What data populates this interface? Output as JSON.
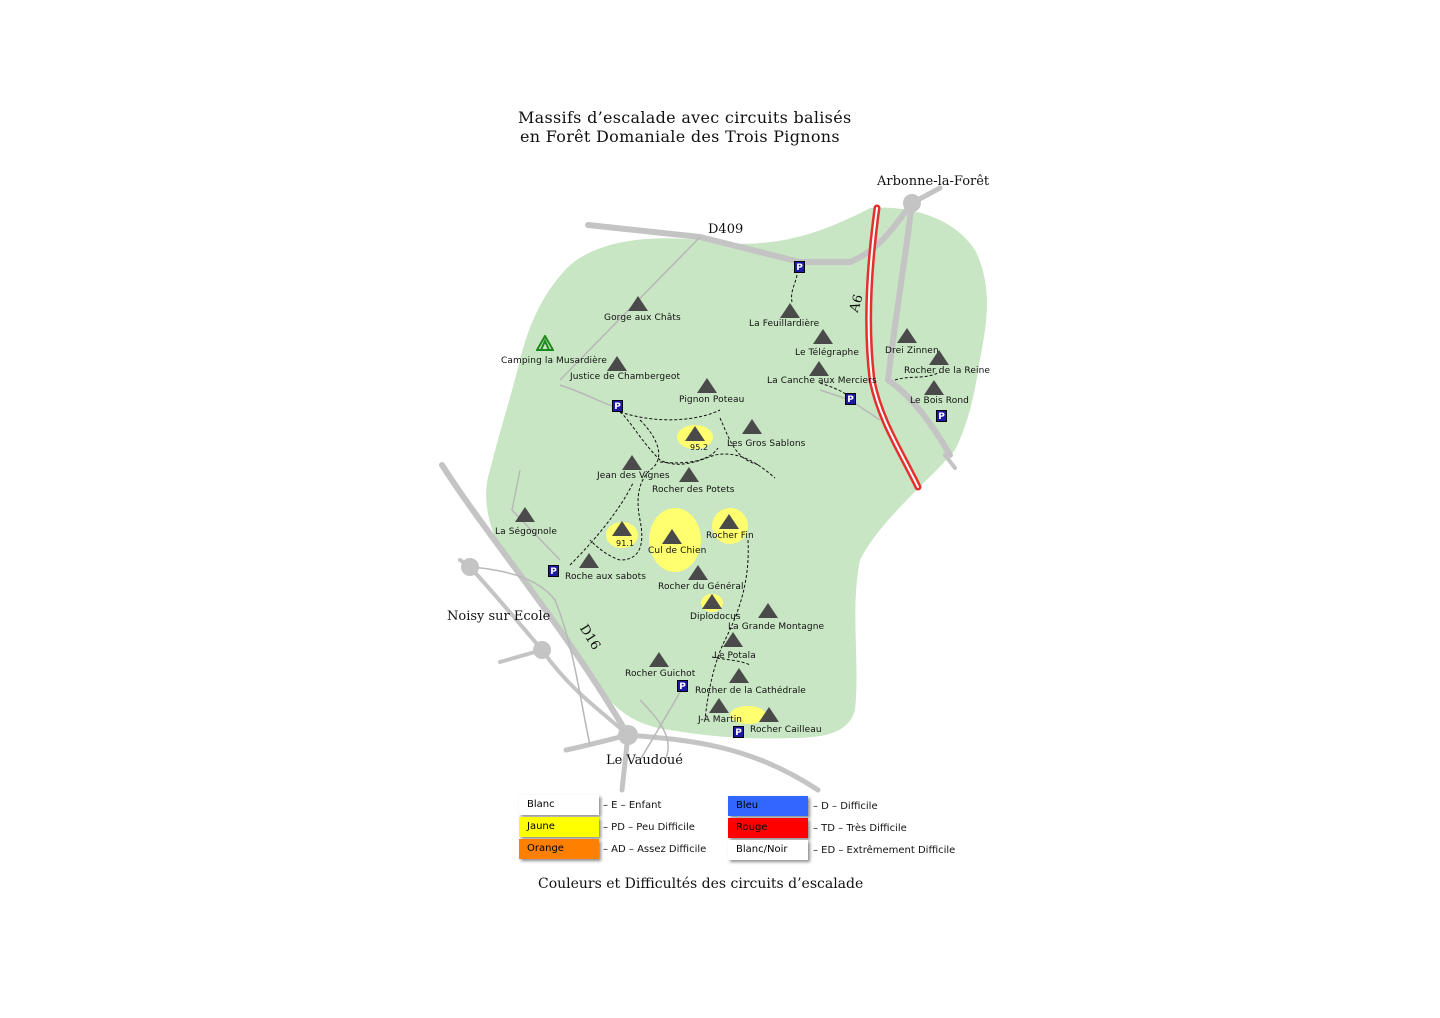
{
  "title": {
    "line1": "Massifs d’escalade avec circuits balisés",
    "line2": "en Forêt Domaniale des Trois Pignons"
  },
  "towns": {
    "arbonne": "Arbonne-la-Forêt",
    "noisy": "Noisy sur Ecole",
    "vaudoue": "Le Vaudoué"
  },
  "roads": {
    "d409": "D409",
    "a6": "A6",
    "d16": "D16"
  },
  "camping": "Camping la Musardière",
  "parking_symbol": "P",
  "sites": {
    "gorge_chats": "Gorge aux Châts",
    "feuillardiere": "La Feuillardière",
    "telegraphe": "Le Télégraphe",
    "drei_zinnen": "Drei Zinnen",
    "rocher_reine": "Rocher de la Reine",
    "canche": "La Canche aux Merciers",
    "bois_rond": "Le Bois Rond",
    "justice": "Justice de Chambergeot",
    "pignon_poteau": "Pignon Poteau",
    "gros_sablons": "Les Gros Sablons",
    "p952": "95.2",
    "jean_vignes": "Jean des Vignes",
    "potets": "Rocher des Potets",
    "segognole": "La Ségognole",
    "p911": "91.1",
    "cul_chien": "Cul de Chien",
    "rocher_fin": "Rocher Fin",
    "sabots": "Roche aux sabots",
    "general": "Rocher du Général",
    "diplodocus": "Diplodocus",
    "grande_montagne": "La Grande Montagne",
    "potala": "Le Potala",
    "guichot": "Rocher Guichot",
    "cathedrale": "Rocher de la Cathédrale",
    "ja_martin": "J-A Martin",
    "cailleau": "Rocher Cailleau"
  },
  "legend": {
    "items": [
      {
        "color": "Blanc",
        "grade": "– E  – Enfant",
        "fill": "#ffffff",
        "text": "#000000"
      },
      {
        "color": "Jaune",
        "grade": "– PD – Peu Difficile",
        "fill": "#ffff00",
        "text": "#000000"
      },
      {
        "color": "Orange",
        "grade": "– AD – Assez Difficile",
        "fill": "#ff7f00",
        "text": "#000000"
      },
      {
        "color": "Bleu",
        "grade": "– D  – Difficile",
        "fill": "#3366ff",
        "text": "#000000"
      },
      {
        "color": "Rouge",
        "grade": "– TD – Très Difficile",
        "fill": "#ff0000",
        "text": "#000000"
      },
      {
        "color": "Blanc/Noir",
        "grade": "– ED – Extrêmement Difficile",
        "fill": "#ffffff",
        "text": "#000000"
      }
    ],
    "caption": "Couleurs et Difficultés des circuits d’escalade"
  },
  "colors": {
    "forest": "#c8e6c3",
    "road": "#c4c4c4",
    "motorway": "#e53030",
    "highlight": "#ffff70",
    "parking": "#1a1aa6",
    "mountain": "#4a4a4a",
    "camping": "#1e8a1e"
  }
}
